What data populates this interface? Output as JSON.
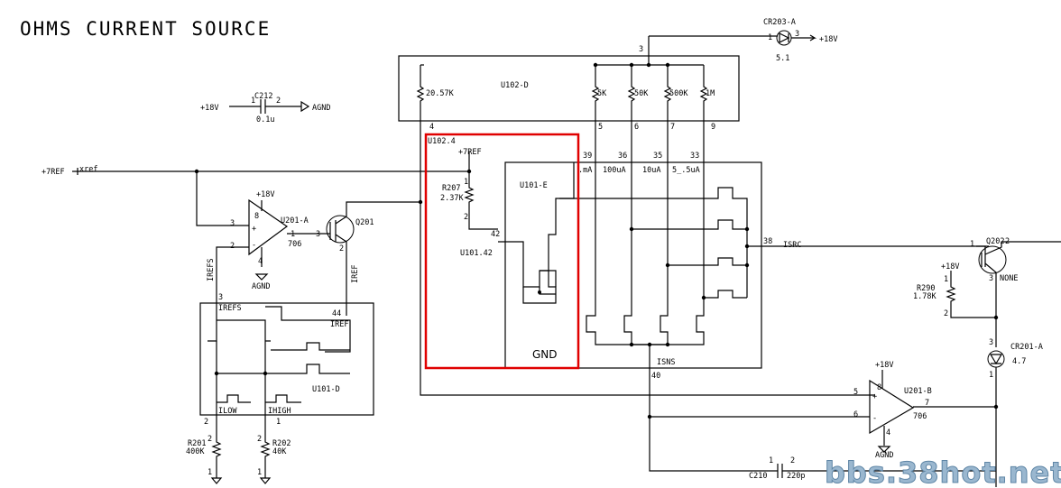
{
  "title": "OHMS CURRENT SOURCE",
  "watermark": "bbs.38hot.net",
  "labels": {
    "cr203": "CR203-A",
    "cr203_pin1": "1",
    "cr203_pin3": "3",
    "cr203_value": "5.1",
    "cr203_supply": "+18V",
    "u102d": "U102-D",
    "u102d_pin3": "3",
    "r_2057k": "20.57K",
    "r_5k": "5K",
    "r_50k": "50K",
    "r_500k": "500K",
    "r_1m": "1M",
    "u102_pin4": "4",
    "u102_pin5": "5",
    "u102_pin6": "6",
    "u102_pin7": "7",
    "u102_pin9": "9",
    "c212": "C212",
    "c212_pin1": "1",
    "c212_pin2": "2",
    "c212_value": "0.1u",
    "c212_supply": "+18V",
    "agnd_top": "AGND",
    "u1024": "U102.4",
    "ref_7v": "+7REF",
    "r207": "R207",
    "r207_value": "2.37K",
    "r207_pin1": "1",
    "r207_pin2": "2",
    "u101e": "U101-E",
    "pin42": "42",
    "u10142": "U101.42",
    "gnd": "GND",
    "pin39": "39",
    "pin36": "36",
    "pin35": "35",
    "pin33": "33",
    "i_1ma": ".mA",
    "i_100ua": "100uA",
    "i_10ua": "10uA",
    "i_5ua": "5_.5uA",
    "pin38": "38",
    "isrc": "ISRC",
    "isns": "ISNS",
    "pin40": "40",
    "ref_input": "+7REF",
    "xref": "xref",
    "u201a": "U201-A",
    "u201a_supply": "+18V",
    "u201a_pin8": "8",
    "u201a_pin3": "3",
    "u201a_pin2": "2",
    "u201a_pin1": "1",
    "u201a_pin4": "4",
    "u201a_type": "706",
    "plus": "+",
    "minus": "-",
    "agnd_u201a": "AGND",
    "q201": "Q201",
    "q201_pin3": "3",
    "q201_pin2": "2",
    "iref_wire": "IREF",
    "irefs_wire": "IREFS",
    "pin3_irefs": "3",
    "irefs_box": "IREFS",
    "pin44": "44",
    "iref_box": "IREF",
    "u101d": "U101-D",
    "ilow": "ILOW",
    "ihigh": "IHIGH",
    "pin2_bottom": "2",
    "pin1_bottom": "1",
    "r201": "R201",
    "r201_value": "400K",
    "r201_pin2": "2",
    "r201_pin1": "1",
    "r202": "R202",
    "r202_value": "40K",
    "r202_pin2": "2",
    "r202_pin1": "1",
    "q202": "Q202",
    "q202_pin1": "1",
    "q202_pin2": "2",
    "q202_pin3": "3",
    "q202_none": "NONE",
    "r290_supply": "+18V",
    "r290": "R290",
    "r290_value": "1.78K",
    "r290_pin1": "1",
    "r290_pin2": "2",
    "cr201": "CR201-A",
    "cr201_pin3": "3",
    "cr201_pin1": "1",
    "cr201_value": "4.7",
    "u201b": "U201-B",
    "u201b_supply": "+18V",
    "u201b_pin8": "8",
    "u201b_pin5": "5",
    "u201b_pin6": "6",
    "u201b_pin7": "7",
    "u201b_pin4": "4",
    "u201b_type": "706",
    "agnd_u201b": "AGND",
    "c210": "C210",
    "c210_pin1": "1",
    "c210_pin2": "2",
    "c210_value": "220p"
  },
  "highlight_color": "#e00000"
}
